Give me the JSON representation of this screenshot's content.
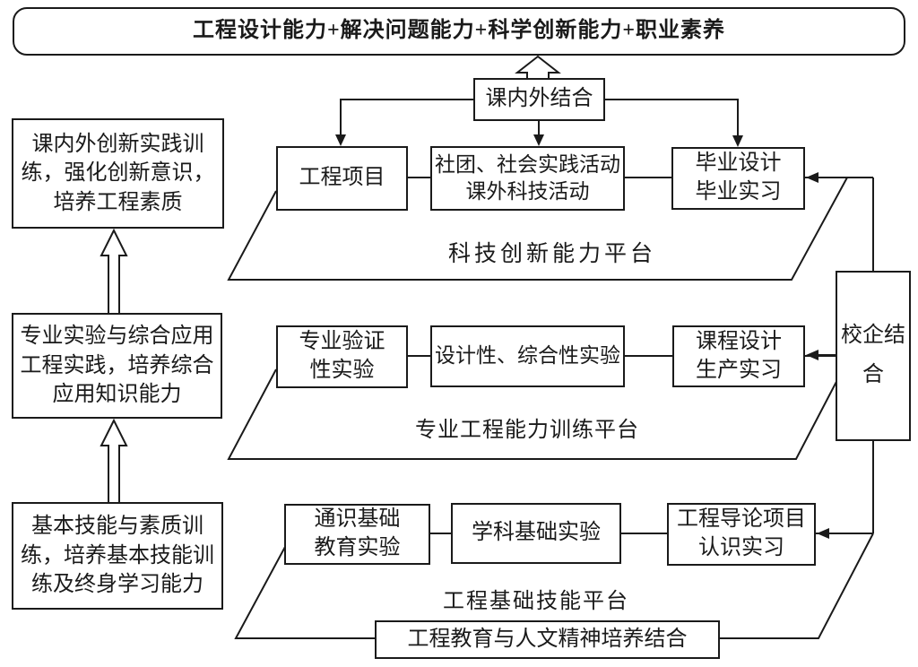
{
  "banner": {
    "text": "工程设计能力+解决问题能力+科学创新能力+职业素养"
  },
  "hub": {
    "label": "课内外结合"
  },
  "left_column": {
    "boxes": [
      {
        "text": "课内外创新实践训\n练，强化创新意识，\n培养工程素质"
      },
      {
        "text": "专业实验与综合应用\n工程实践，培养综合\n应用知识能力"
      },
      {
        "text": "基本技能与素质训\n练，培养基本技能训\n练及终身学习能力"
      }
    ]
  },
  "platforms": [
    {
      "label": "科技创新能力平台",
      "boxes": [
        "工程项目",
        "社团、社会实践活动\n课外科技活动",
        "毕业设计\n毕业实习"
      ]
    },
    {
      "label": "专业工程能力训练平台",
      "boxes": [
        "专业验证\n性实验",
        "设计性、综合性实验",
        "课程设计\n生产实习"
      ]
    },
    {
      "label": "工程基础技能平台",
      "boxes": [
        "通识基础\n教育实验",
        "学科基础实验",
        "工程导论项目\n认识实习"
      ]
    }
  ],
  "right_box": {
    "label": "校企结合"
  },
  "bottom_box": {
    "label": "工程教育与人文精神培养结合"
  },
  "colors": {
    "line": "#1a1a1a",
    "background": "#ffffff"
  }
}
